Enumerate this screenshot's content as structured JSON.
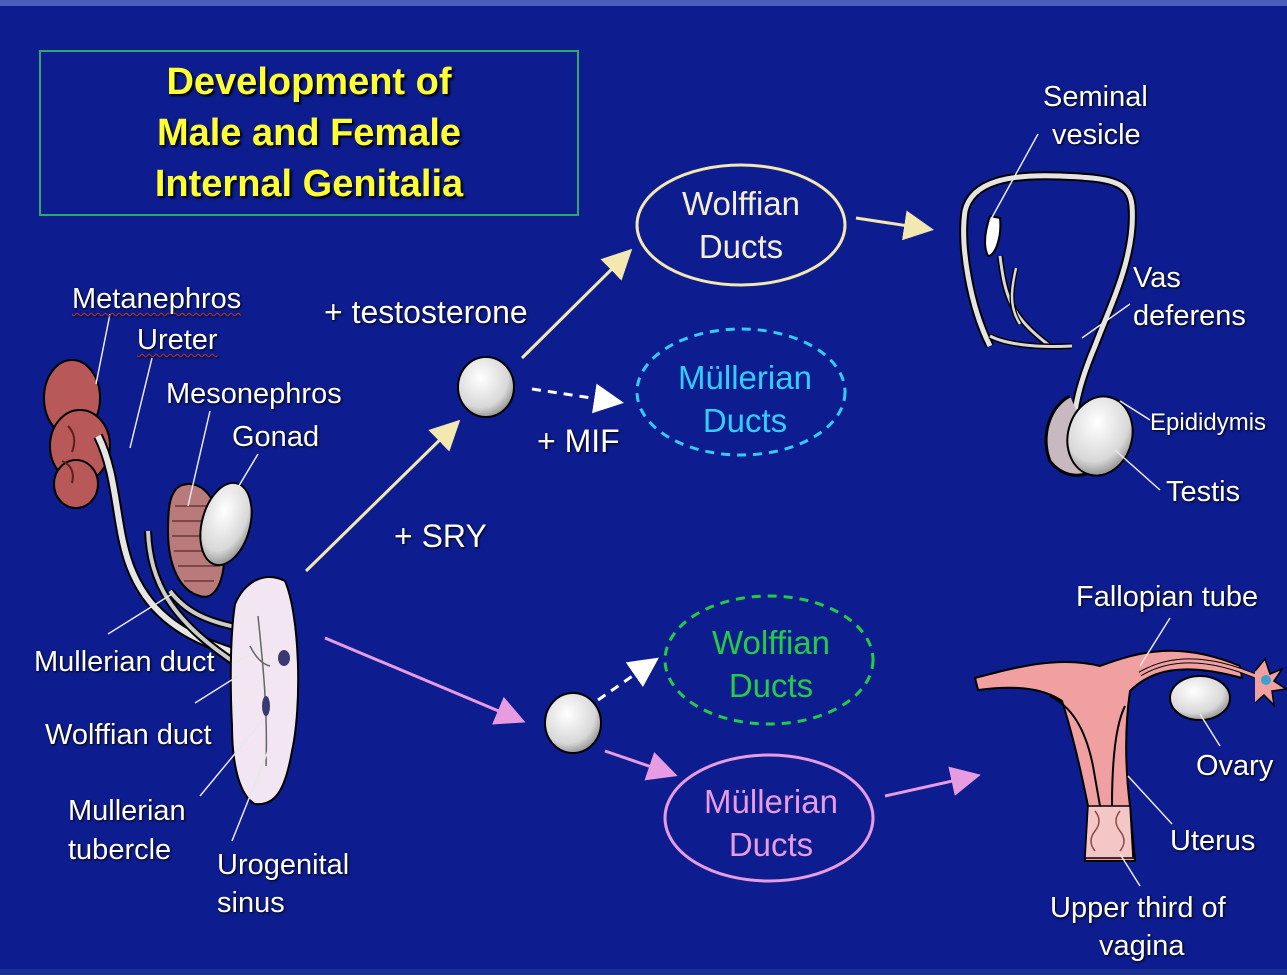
{
  "title": [
    "Development of",
    "Male and Female",
    "Internal Genitalia"
  ],
  "embryo_labels": {
    "metanephros": "Metanephros",
    "ureter": "Ureter",
    "mesonephros": "Mesonephros",
    "gonad": "Gonad",
    "mullerian_duct": "Mullerian duct",
    "wolffian_duct": "Wolffian duct",
    "mullerian_tubercle": [
      "Mullerian",
      "tubercle"
    ],
    "urogenital_sinus": [
      "Urogenital",
      "sinus"
    ]
  },
  "signals": {
    "testosterone": "+ testosterone",
    "mif": "+ MIF",
    "sry": "+ SRY"
  },
  "ovals": {
    "male_wolffian": [
      "Wolffian",
      "Ducts"
    ],
    "male_mullerian": [
      "Müllerian",
      "Ducts"
    ],
    "female_wolffian": [
      "Wolffian",
      "Ducts"
    ],
    "female_mullerian": [
      "Müllerian",
      "Ducts"
    ]
  },
  "male_labels": {
    "seminal_vesicle": [
      "Seminal",
      "vesicle"
    ],
    "vas_deferens": [
      "Vas",
      "deferens"
    ],
    "epididymis": "Epididymis",
    "testis": "Testis"
  },
  "female_labels": {
    "fallopian_tube": "Fallopian tube",
    "ovary": "Ovary",
    "uterus": "Uterus",
    "upper_vagina": [
      "Upper third of",
      "vagina"
    ]
  },
  "colors": {
    "background": "#0d1c8e",
    "title": "#ffff33",
    "male_path": "#f2e8b0",
    "female_path": "#e79be0",
    "mullerian_male": "#33ccff",
    "wolffian_female": "#22cc44"
  }
}
